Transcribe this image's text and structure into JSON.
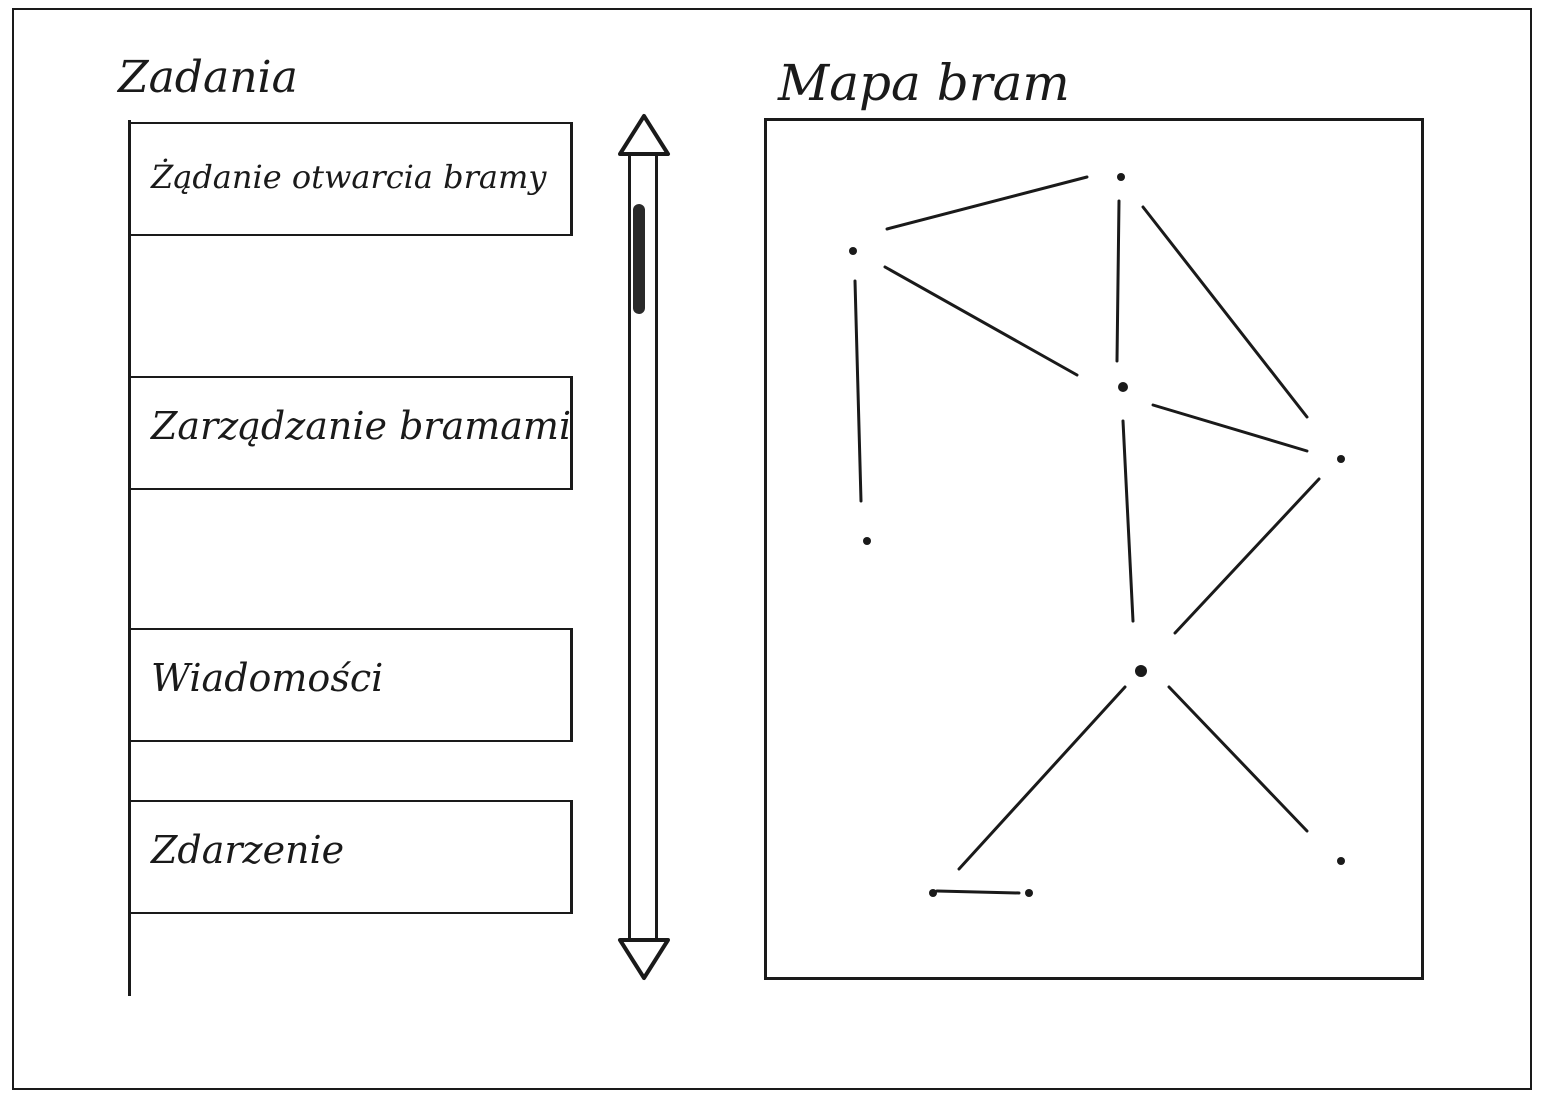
{
  "tasks": {
    "title": "Zadania",
    "items": [
      {
        "label": "Żądanie otwarcia bramy"
      },
      {
        "label": "Zarządzanie bramami"
      },
      {
        "label": "Wiadomości"
      },
      {
        "label": "Zdarzenie"
      }
    ]
  },
  "map": {
    "title": "Mapa bram"
  },
  "icons": {
    "scroll_up": "triangle-up-icon",
    "scroll_down": "triangle-down-icon",
    "node": "node-dot-icon"
  }
}
